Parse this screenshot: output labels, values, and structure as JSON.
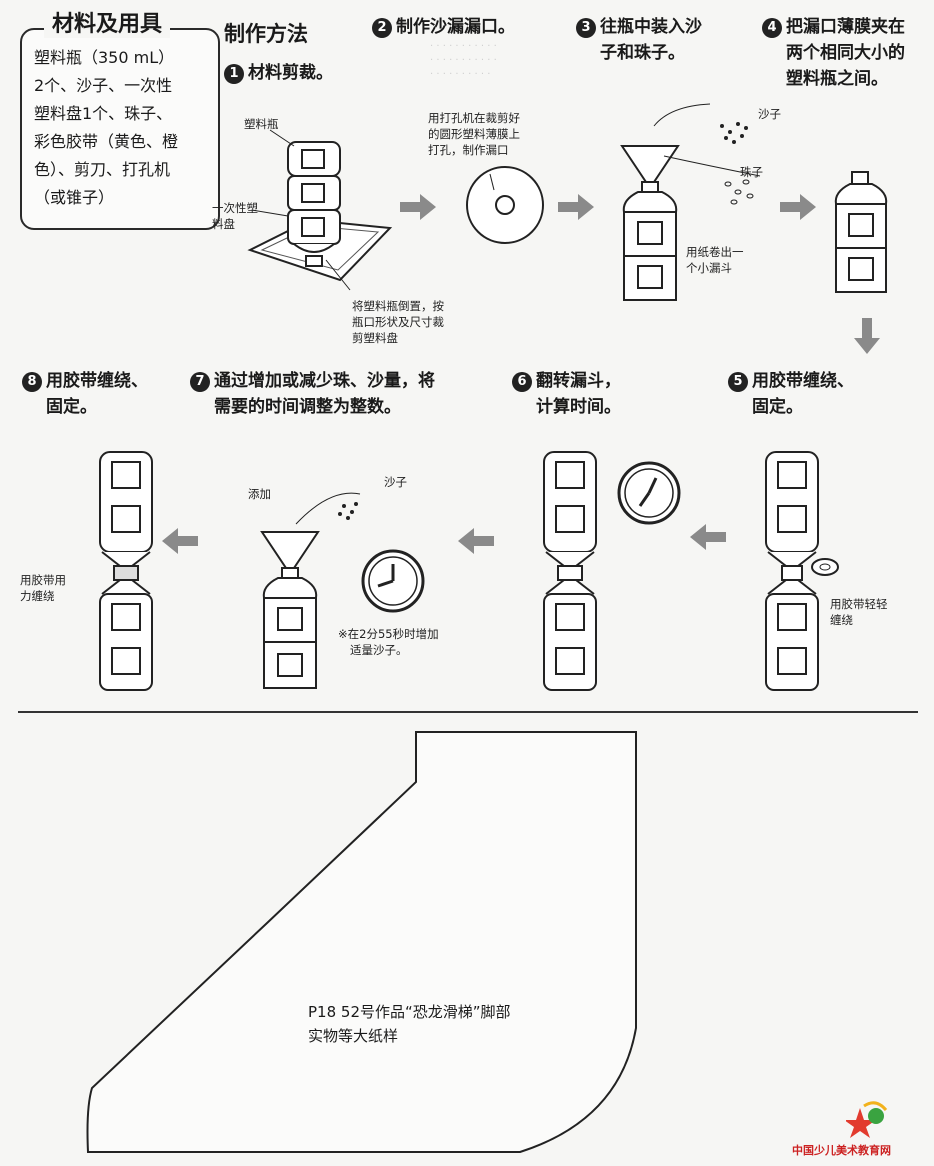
{
  "materials": {
    "title": "材料及用具",
    "lines": [
      "塑料瓶（350 mL）",
      "2个、沙子、一次性",
      "塑料盘1个、珠子、",
      "彩色胶带（黄色、橙",
      "色）、剪刀、打孔机",
      "（或锥子）"
    ]
  },
  "method_title": "制作方法",
  "steps": [
    {
      "num": "1",
      "text": "材料剪裁。"
    },
    {
      "num": "2",
      "text": "制作沙漏漏口。"
    },
    {
      "num": "3",
      "line1": "往瓶中装入沙",
      "line2": "子和珠子。"
    },
    {
      "num": "4",
      "line1": "把漏口薄膜夹在",
      "line2": "两个相同大小的",
      "line3": "塑料瓶之间。"
    },
    {
      "num": "5",
      "line1": "用胶带缠绕、",
      "line2": "固定。"
    },
    {
      "num": "6",
      "line1": "翻转漏斗，",
      "line2": "计算时间。"
    },
    {
      "num": "7",
      "line1": "通过增加或减少珠、沙量，将",
      "line2": "需要的时间调整为整数。"
    },
    {
      "num": "8",
      "line1": "用胶带缠绕、",
      "line2": "固定。"
    }
  ],
  "labels": {
    "bottle": "塑料瓶",
    "plate1": "一次性塑",
    "plate2": "料盘",
    "invert1": "将塑料瓶倒置，按",
    "invert2": "瓶口形状及尺寸裁",
    "invert3": "剪塑料盘",
    "punch1": "用打孔机在裁剪好",
    "punch2": "的圆形塑料薄膜上",
    "punch3": "打孔，制作漏口",
    "sand": "沙子",
    "beads": "珠子",
    "funnel1": "用纸卷出一",
    "funnel2": "个小漏斗",
    "tape_light1": "用胶带轻轻",
    "tape_light2": "缠绕",
    "add": "添加",
    "sand2": "沙子",
    "note1": "※在2分55秒时增加",
    "note2": "适量沙子。",
    "tape_firm1": "用胶带用",
    "tape_firm2": "力缠绕"
  },
  "template": {
    "line1": "P18  52号作品“恐龙滑梯”脚部",
    "line2": "实物等大纸样"
  },
  "logo": "中国少儿美术教育网"
}
